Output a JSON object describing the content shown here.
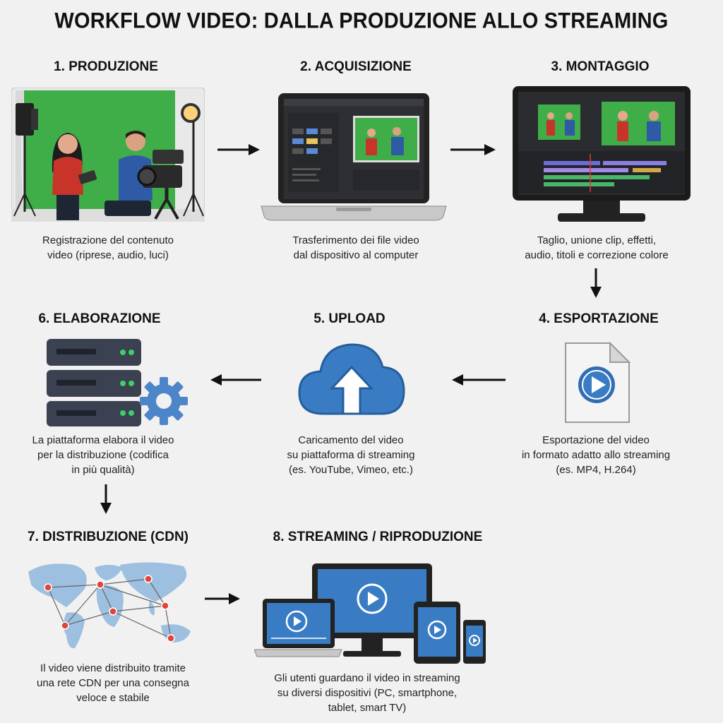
{
  "title": "WORKFLOW VIDEO: DALLA PRODUZIONE ALLO STREAMING",
  "steps": [
    {
      "title": "1. PRODUZIONE",
      "desc": [
        "Registrazione del contenuto",
        "video (riprese, audio, luci)"
      ]
    },
    {
      "title": "2. ACQUISIZIONE",
      "desc": [
        "Trasferimento dei file video",
        "dal dispositivo al computer"
      ]
    },
    {
      "title": "3. MONTAGGIO",
      "desc": [
        "Taglio, unione clip, effetti,",
        "audio, titoli e correzione colore"
      ]
    },
    {
      "title": "4. ESPORTAZIONE",
      "desc": [
        "Esportazione del video",
        "in formato adatto allo streaming",
        "(es. MP4, H.264)"
      ]
    },
    {
      "title": "5. UPLOAD",
      "desc": [
        "Caricamento del video",
        "su piattaforma di streaming",
        "(es. YouTube, Vimeo, etc.)"
      ]
    },
    {
      "title": "6. ELABORAZIONE",
      "desc": [
        "La piattaforma elabora il video",
        "per la distribuzione (codifica",
        "in più qualità)"
      ]
    },
    {
      "title": "7. DISTRIBUZIONE (CDN)",
      "desc": [
        "Il video viene distribuito tramite",
        "una rete CDN per una consegna",
        "veloce e stabile"
      ]
    },
    {
      "title": "8. STREAMING / RIPRODUZIONE",
      "desc": [
        "Gli utenti guardano il video in streaming",
        "su diversi dispositivi (PC, smartphone,",
        "tablet, smart TV)"
      ]
    }
  ],
  "icons": [
    "studio-scene-icon",
    "laptop-editor-icon",
    "monitor-timeline-icon",
    "video-file-icon",
    "cloud-upload-icon",
    "server-gear-icon",
    "world-network-icon",
    "devices-icon"
  ],
  "colors": {
    "green_screen": "#3fae49",
    "accent_blue": "#3a7cc4",
    "server_dark": "#3b4150",
    "node_red": "#e0443a"
  }
}
